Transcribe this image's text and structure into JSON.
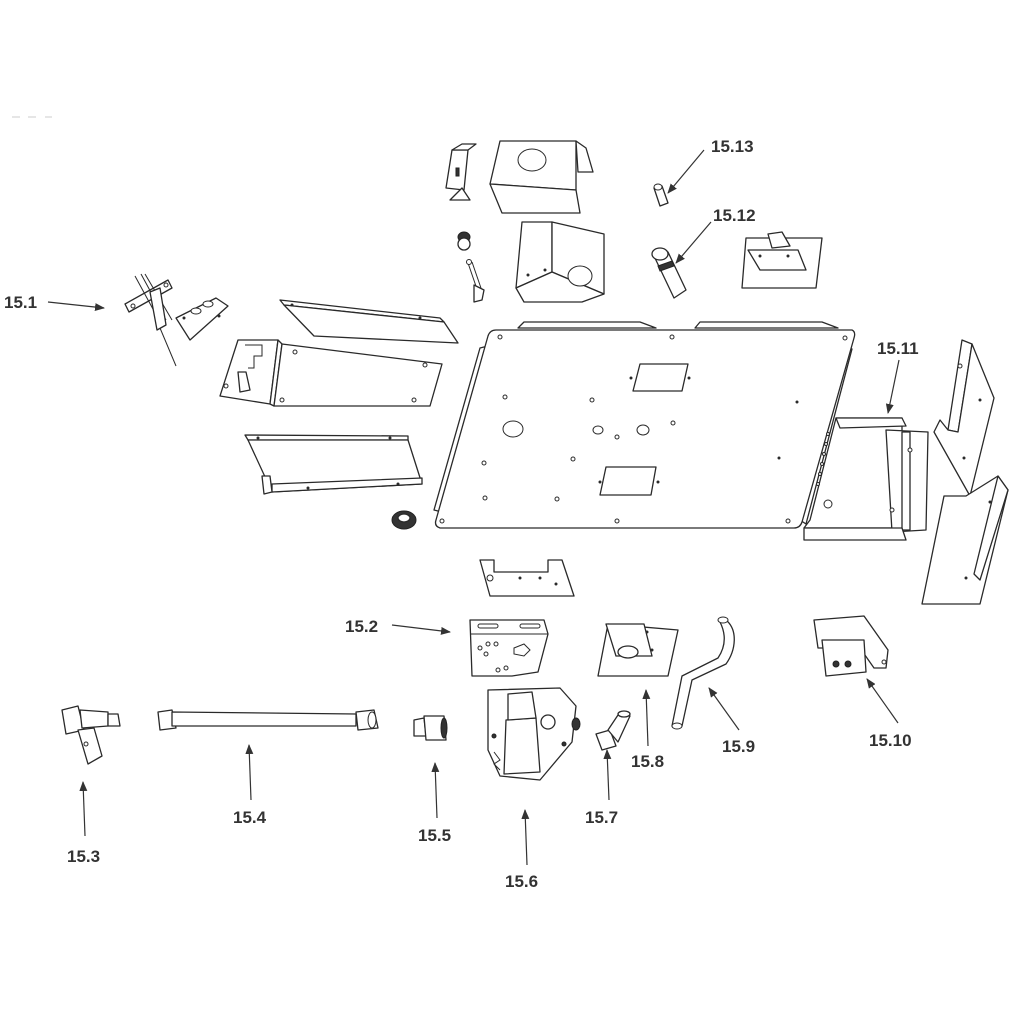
{
  "diagram": {
    "type": "exploded-parts-view",
    "colors": {
      "line": "#2a2a2a",
      "label": "#333333",
      "background": "#ffffff"
    },
    "labels": [
      {
        "id": "15.1",
        "text": "15.1"
      },
      {
        "id": "15.2",
        "text": "15.2"
      },
      {
        "id": "15.3",
        "text": "15.3"
      },
      {
        "id": "15.4",
        "text": "15.4"
      },
      {
        "id": "15.5",
        "text": "15.5"
      },
      {
        "id": "15.6",
        "text": "15.6"
      },
      {
        "id": "15.7",
        "text": "15.7"
      },
      {
        "id": "15.8",
        "text": "15.8"
      },
      {
        "id": "15.9",
        "text": "15.9"
      },
      {
        "id": "15.10",
        "text": "15.10"
      },
      {
        "id": "15.11",
        "text": "15.11"
      },
      {
        "id": "15.12",
        "text": "15.12"
      },
      {
        "id": "15.13",
        "text": "15.13"
      }
    ]
  }
}
